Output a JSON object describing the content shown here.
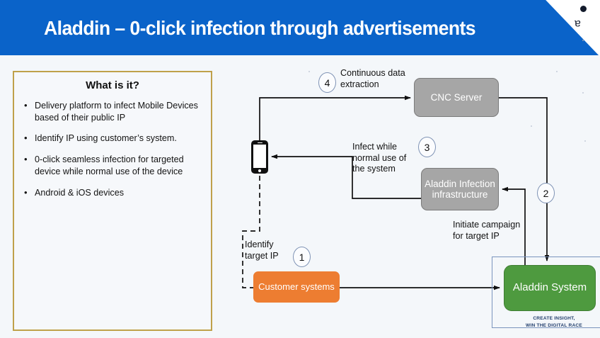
{
  "banner": {
    "title": "Aladdin – 0-click infection through advertisements",
    "background_color": "#0a63c9",
    "text_color": "#ffffff"
  },
  "info_panel": {
    "heading": "What is it?",
    "border_color": "#bfa14a",
    "bullets": [
      "Delivery platform to infect Mobile Devices based of their public IP",
      "Identify IP using customer’s system.",
      "0-click seamless infection for targeted device while normal use of the device",
      "Android & iOS devices"
    ]
  },
  "diagram": {
    "nodes": {
      "cnc_server": {
        "label": "CNC Server",
        "color": "#a6a6a6"
      },
      "infection_infrastructure": {
        "label": "Aladdin Infection infrastructure",
        "color": "#a6a6a6"
      },
      "customer_systems": {
        "label": "Customer systems",
        "color": "#ed7d31"
      },
      "aladdin_system": {
        "label": "Aladdin System",
        "color": "#4e9a3f"
      },
      "mobile_device": {
        "label": "mobile-phone-icon",
        "color": "#111111"
      }
    },
    "brand": {
      "tagline_line1": "CREATE INSIGHT,",
      "tagline_line2": "WIN THE DIGITAL RACE",
      "frame_color": "#7a94bd",
      "text_color": "#24406e"
    },
    "steps": [
      {
        "number": "1",
        "caption": "Identify target IP"
      },
      {
        "number": "2",
        "caption": "Initiate campaign for target IP"
      },
      {
        "number": "3",
        "caption": "Infect while normal use of the system"
      },
      {
        "number": "4",
        "caption": "Continuous data extraction"
      }
    ]
  }
}
